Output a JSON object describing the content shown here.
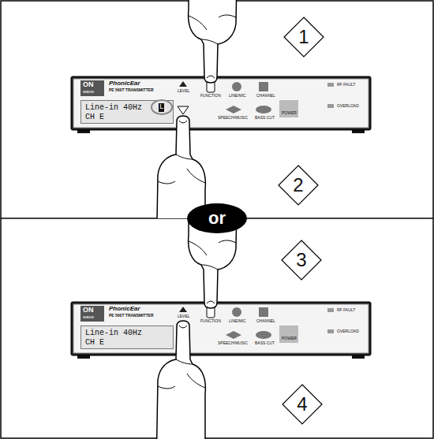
{
  "diagram": {
    "nodes": [
      {
        "text": [
          "1"
        ]
      },
      {
        "text": [
          "ON",
          "wave",
          "PhonicEar",
          "PE 560T TRANSMITTER",
          "LEVEL",
          "FUNCTION",
          "LINE/MIC",
          "CHANNEL",
          "SPEECH/MUSIC",
          "BASS CUT",
          "POWER",
          "RF FAULT",
          "OVERLOAD"
        ]
      },
      {
        "text": [
          "Line-in 40Hz",
          "CH E",
          "L"
        ],
        "in": 1
      },
      {
        "text": [
          "2"
        ]
      },
      {
        "text": [
          "or"
        ]
      },
      {
        "text": [
          "3"
        ]
      },
      {
        "text": [
          "ON",
          "wave",
          "PhonicEar",
          "PE 560T TRANSMITTER",
          "LEVEL",
          "FUNCTION",
          "LINE/MIC",
          "CHANNEL",
          "SPEECH/MUSIC",
          "BASS CUT",
          "POWER",
          "RF FAULT",
          "OVERLOAD"
        ]
      },
      {
        "text": [
          "Line-in 40Hz",
          "CH E"
        ],
        "in": 6
      },
      {
        "text": [
          "4"
        ]
      }
    ]
  }
}
